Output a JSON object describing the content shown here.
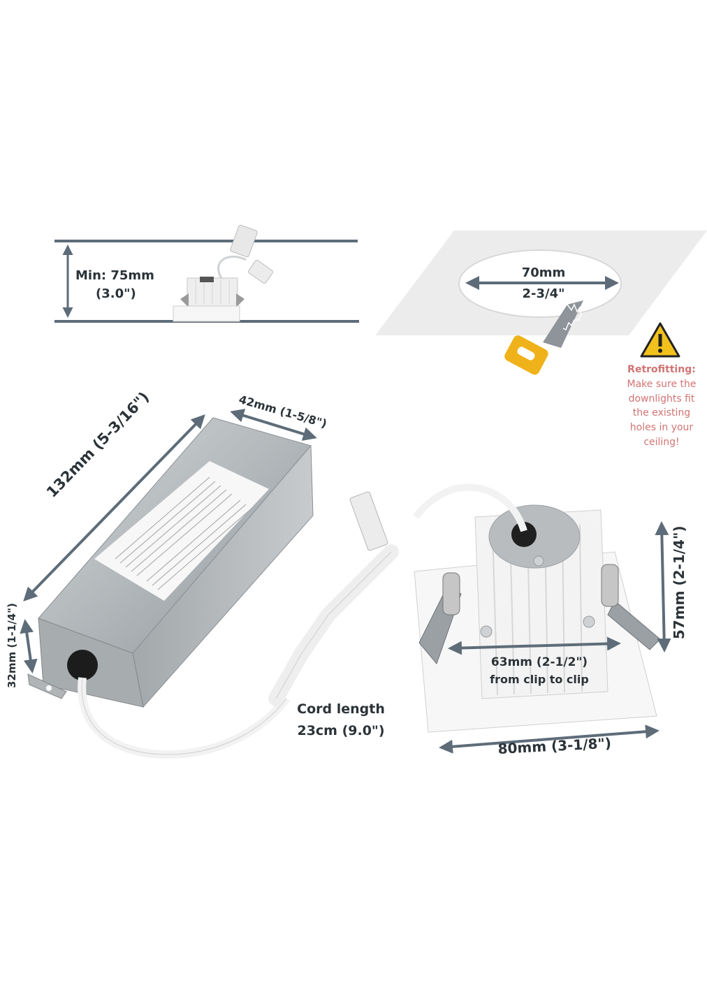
{
  "colors": {
    "dimension_line": "#5d6c78",
    "label_text": "#2b3338",
    "warning_text": "#d27373",
    "warning_yellow": "#f2c21c",
    "saw_handle": "#f0b21a",
    "housing_metal": "#b8bcbf",
    "fixture_white": "#f4f4f4"
  },
  "ceiling_depth": {
    "label_line1": "Min: 75mm",
    "label_line2": "(3.0\")"
  },
  "cutout": {
    "label_line1": "70mm",
    "label_line2": "2-3/4\"",
    "icon": "saw-icon"
  },
  "retrofit_note": {
    "icon": "warning-icon",
    "title": "Retrofitting:",
    "lines": [
      "Make sure the",
      "downlights fit",
      "the existing",
      "holes in your",
      "ceiling!"
    ]
  },
  "driver_box": {
    "length_label": "132mm (5-3/16\")",
    "width_label": "42mm (1-5/8\")",
    "height_label": "32mm (1-1/4\")"
  },
  "cord": {
    "label_line1": "Cord length",
    "label_line2": "23cm (9.0\")"
  },
  "downlight": {
    "height_label": "57mm (2-1/4\")",
    "clip_label_line1": "63mm (2-1/2\")",
    "clip_label_line2": "from clip to clip",
    "width_label": "80mm (3-1/8\")"
  }
}
